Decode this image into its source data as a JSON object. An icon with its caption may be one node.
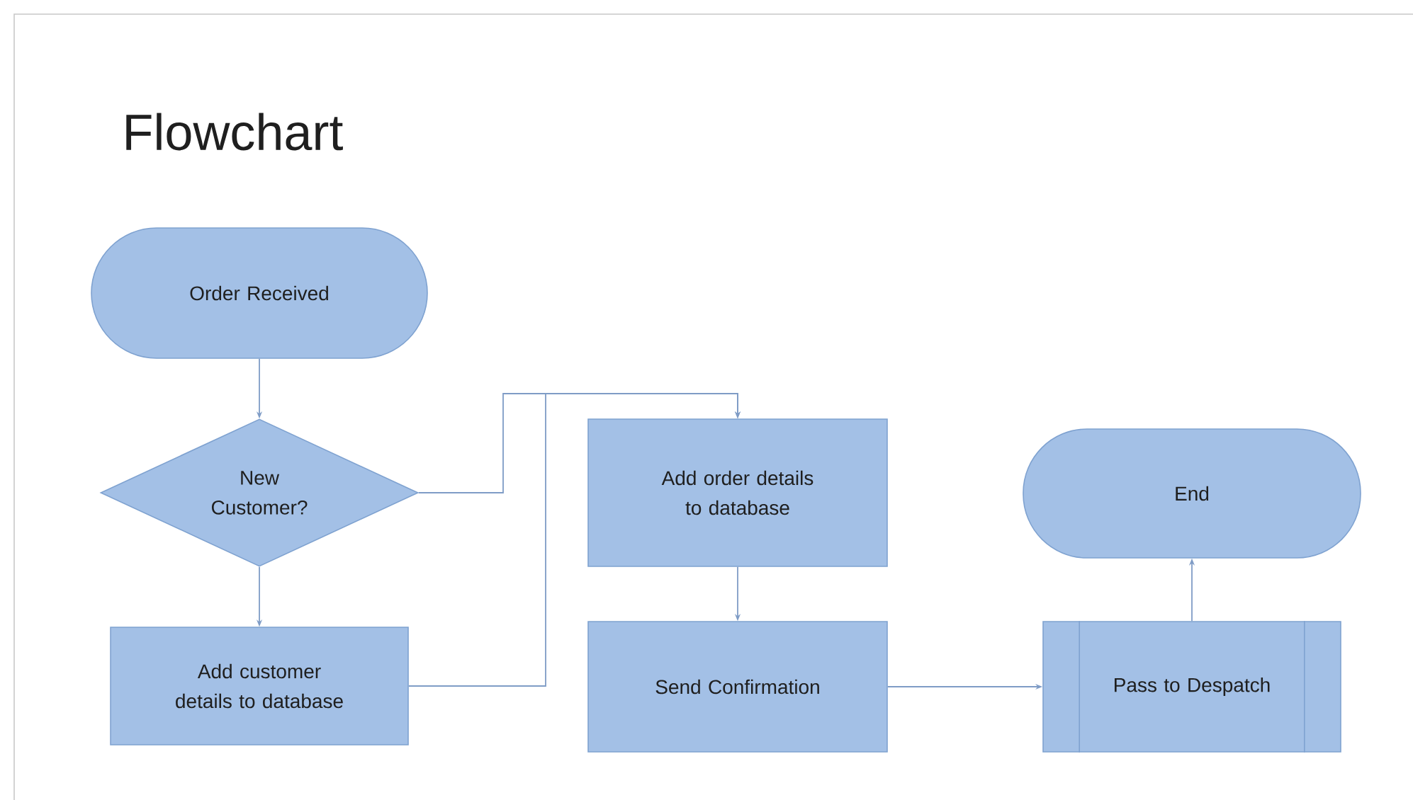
{
  "diagram": {
    "title": "Flowchart",
    "nodes": [
      {
        "text": [
          "Order Received"
        ]
      },
      {
        "text": [
          "New Customer?"
        ]
      },
      {
        "text": [
          "Add customer details to database"
        ]
      },
      {
        "text": [
          "Add order details to database"
        ]
      },
      {
        "text": [
          "Send Confirmation"
        ]
      },
      {
        "text": [
          "End"
        ]
      },
      {
        "text": [
          "Pass to Despatch"
        ]
      }
    ],
    "edges": [
      {
        "from": 0,
        "to": 1,
        "arrow": "to"
      },
      {
        "from": 1,
        "to": 2,
        "arrow": "to"
      },
      {
        "from": 1,
        "to": 3,
        "arrow": "to"
      },
      {
        "from": 2,
        "to": 3,
        "arrow": "to"
      },
      {
        "from": 3,
        "to": 4,
        "arrow": "to"
      },
      {
        "from": 4,
        "to": 6,
        "arrow": "to"
      },
      {
        "from": 6,
        "to": 5,
        "arrow": "to"
      }
    ]
  }
}
